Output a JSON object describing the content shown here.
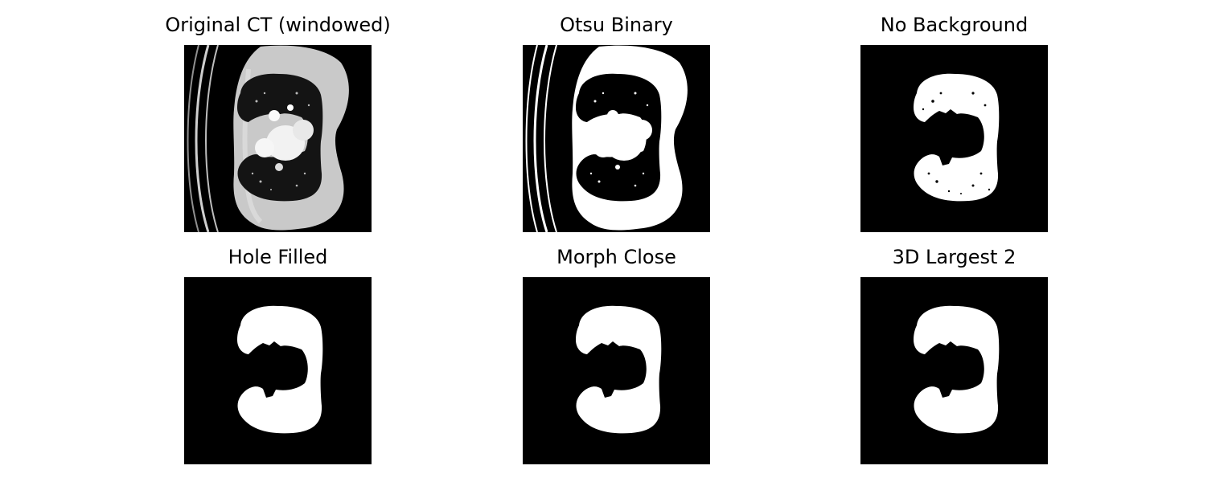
{
  "figure": {
    "panels": [
      {
        "id": "original",
        "title": "Original CT (windowed)"
      },
      {
        "id": "otsu",
        "title": "Otsu Binary"
      },
      {
        "id": "nobg",
        "title": "No Background"
      },
      {
        "id": "holefill",
        "title": "Hole Filled"
      },
      {
        "id": "morph",
        "title": "Morph Close"
      },
      {
        "id": "largest",
        "title": "3D Largest 2"
      }
    ]
  }
}
